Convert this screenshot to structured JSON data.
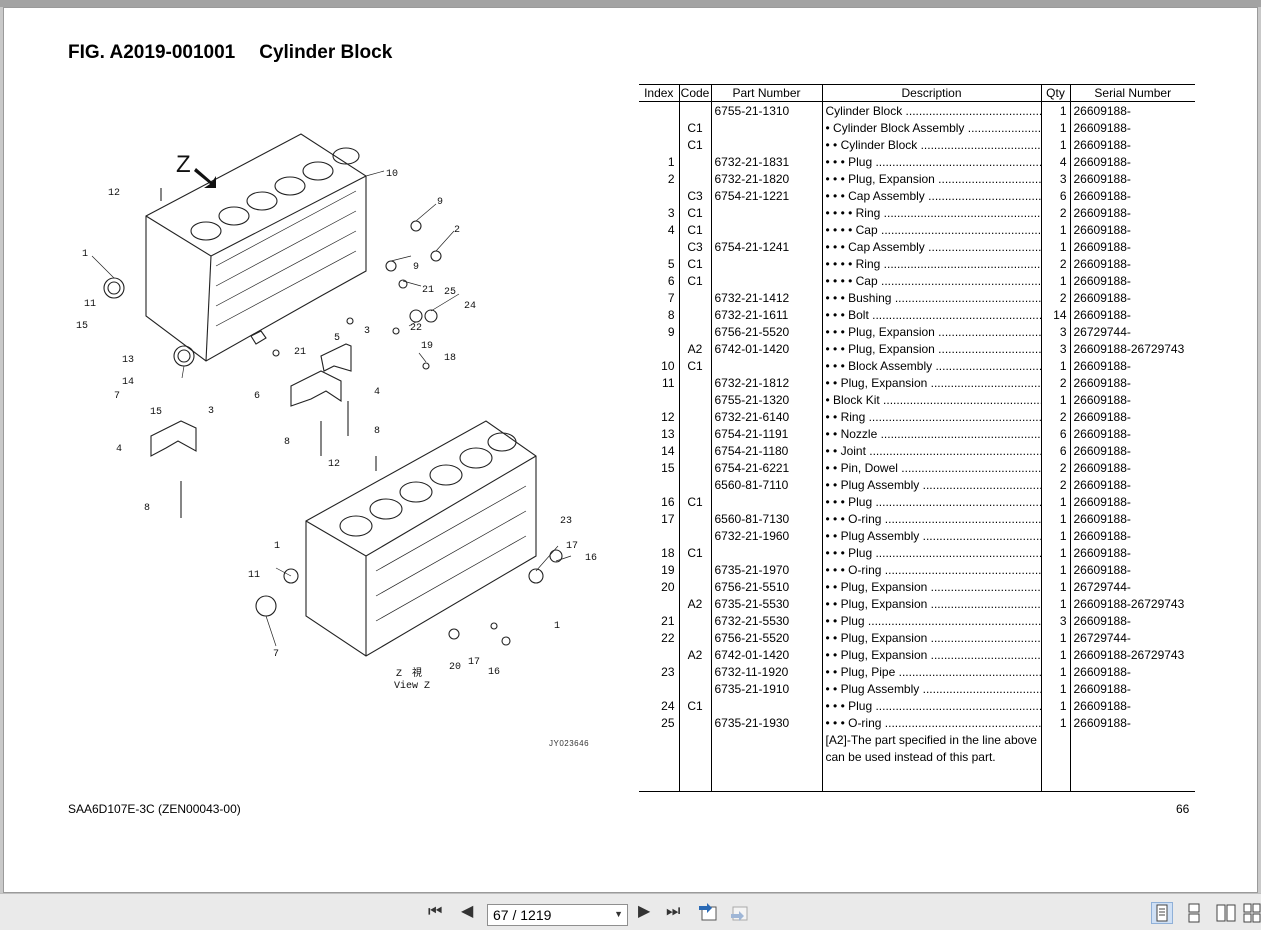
{
  "figure": {
    "number": "FIG. A2019-001001",
    "title": "Cylinder Block"
  },
  "drawing": {
    "code": "JY023646",
    "view_label_jp": "Z　視",
    "view_label_en": "View Z",
    "z_label": "Z",
    "callouts_upper": [
      "12",
      "10",
      "9",
      "2",
      "1",
      "9",
      "21",
      "25",
      "24",
      "11",
      "15",
      "22",
      "5",
      "3",
      "19",
      "18",
      "13",
      "14",
      "7",
      "15",
      "3",
      "21",
      "6",
      "4",
      "4",
      "8",
      "8",
      "12",
      "8"
    ],
    "callouts_lower": [
      "23",
      "17",
      "16",
      "1",
      "11",
      "7",
      "1",
      "20",
      "17",
      "16"
    ]
  },
  "table": {
    "headers": [
      "Index",
      "Code",
      "Part Number",
      "Description",
      "Qty",
      "Serial Number"
    ],
    "rows": [
      {
        "index": "",
        "code": "",
        "pn": "6755-21-1310",
        "desc": "Cylinder Block",
        "dots": true,
        "qty": "1",
        "serial": "26609188-"
      },
      {
        "index": "",
        "code": "C1",
        "pn": "",
        "desc": "• Cylinder Block Assembly",
        "dots": true,
        "qty": "1",
        "serial": "26609188-"
      },
      {
        "index": "",
        "code": "C1",
        "pn": "",
        "desc": "• • Cylinder Block",
        "dots": true,
        "qty": "1",
        "serial": "26609188-"
      },
      {
        "index": "1",
        "code": "",
        "pn": "6732-21-1831",
        "desc": "• • • Plug",
        "dots": true,
        "qty": "4",
        "serial": "26609188-"
      },
      {
        "index": "2",
        "code": "",
        "pn": "6732-21-1820",
        "desc": "• • • Plug, Expansion",
        "dots": true,
        "qty": "3",
        "serial": "26609188-"
      },
      {
        "index": "",
        "code": "C3",
        "pn": "6754-21-1221",
        "desc": "• • • Cap Assembly",
        "dots": true,
        "qty": "6",
        "serial": "26609188-"
      },
      {
        "index": "3",
        "code": "C1",
        "pn": "",
        "desc": "• • • • Ring",
        "dots": true,
        "qty": "2",
        "serial": "26609188-"
      },
      {
        "index": "4",
        "code": "C1",
        "pn": "",
        "desc": "• • • • Cap",
        "dots": true,
        "qty": "1",
        "serial": "26609188-"
      },
      {
        "index": "",
        "code": "C3",
        "pn": "6754-21-1241",
        "desc": "• • • Cap Assembly",
        "dots": true,
        "qty": "1",
        "serial": "26609188-"
      },
      {
        "index": "5",
        "code": "C1",
        "pn": "",
        "desc": "• • • • Ring",
        "dots": true,
        "qty": "2",
        "serial": "26609188-"
      },
      {
        "index": "6",
        "code": "C1",
        "pn": "",
        "desc": "• • • • Cap",
        "dots": true,
        "qty": "1",
        "serial": "26609188-"
      },
      {
        "index": "7",
        "code": "",
        "pn": "6732-21-1412",
        "desc": "• • • Bushing",
        "dots": true,
        "qty": "2",
        "serial": "26609188-"
      },
      {
        "index": "8",
        "code": "",
        "pn": "6732-21-1611",
        "desc": "• • • Bolt",
        "dots": true,
        "qty": "14",
        "serial": "26609188-"
      },
      {
        "index": "9",
        "code": "",
        "pn": "6756-21-5520",
        "desc": "• • • Plug, Expansion",
        "dots": true,
        "qty": "3",
        "serial": "26729744-"
      },
      {
        "index": "",
        "code": "A2",
        "pn": "6742-01-1420",
        "desc": "• • • Plug, Expansion",
        "dots": true,
        "qty": "3",
        "serial": "26609188-26729743"
      },
      {
        "index": "10",
        "code": "C1",
        "pn": "",
        "desc": "• • • Block Assembly",
        "dots": true,
        "qty": "1",
        "serial": "26609188-"
      },
      {
        "index": "11",
        "code": "",
        "pn": "6732-21-1812",
        "desc": "• • Plug, Expansion",
        "dots": true,
        "qty": "2",
        "serial": "26609188-"
      },
      {
        "index": "",
        "code": "",
        "pn": "6755-21-1320",
        "desc": "• Block Kit",
        "dots": true,
        "qty": "1",
        "serial": "26609188-"
      },
      {
        "index": "12",
        "code": "",
        "pn": "6732-21-6140",
        "desc": "• • Ring",
        "dots": true,
        "qty": "2",
        "serial": "26609188-"
      },
      {
        "index": "13",
        "code": "",
        "pn": "6754-21-1191",
        "desc": "• • Nozzle",
        "dots": true,
        "qty": "6",
        "serial": "26609188-"
      },
      {
        "index": "14",
        "code": "",
        "pn": "6754-21-1180",
        "desc": "• • Joint",
        "dots": true,
        "qty": "6",
        "serial": "26609188-"
      },
      {
        "index": "15",
        "code": "",
        "pn": "6754-21-6221",
        "desc": "• • Pin, Dowel",
        "dots": true,
        "qty": "2",
        "serial": "26609188-"
      },
      {
        "index": "",
        "code": "",
        "pn": "6560-81-7110",
        "desc": "• • Plug Assembly",
        "dots": true,
        "qty": "2",
        "serial": "26609188-"
      },
      {
        "index": "16",
        "code": "C1",
        "pn": "",
        "desc": "• • • Plug",
        "dots": true,
        "qty": "1",
        "serial": "26609188-"
      },
      {
        "index": "17",
        "code": "",
        "pn": "6560-81-7130",
        "desc": "• • • O-ring",
        "dots": true,
        "qty": "1",
        "serial": "26609188-"
      },
      {
        "index": "",
        "code": "",
        "pn": "6732-21-1960",
        "desc": "• • Plug Assembly",
        "dots": true,
        "qty": "1",
        "serial": "26609188-"
      },
      {
        "index": "18",
        "code": "C1",
        "pn": "",
        "desc": "• • • Plug",
        "dots": true,
        "qty": "1",
        "serial": "26609188-"
      },
      {
        "index": "19",
        "code": "",
        "pn": "6735-21-1970",
        "desc": "• • • O-ring",
        "dots": true,
        "qty": "1",
        "serial": "26609188-"
      },
      {
        "index": "20",
        "code": "",
        "pn": "6756-21-5510",
        "desc": "• • Plug, Expansion",
        "dots": true,
        "qty": "1",
        "serial": "26729744-"
      },
      {
        "index": "",
        "code": "A2",
        "pn": "6735-21-5530",
        "desc": "• • Plug, Expansion",
        "dots": true,
        "qty": "1",
        "serial": "26609188-26729743"
      },
      {
        "index": "21",
        "code": "",
        "pn": "6732-21-5530",
        "desc": "• • Plug",
        "dots": true,
        "qty": "3",
        "serial": "26609188-"
      },
      {
        "index": "22",
        "code": "",
        "pn": "6756-21-5520",
        "desc": "• • Plug, Expansion",
        "dots": true,
        "qty": "1",
        "serial": "26729744-"
      },
      {
        "index": "",
        "code": "A2",
        "pn": "6742-01-1420",
        "desc": "• • Plug, Expansion",
        "dots": true,
        "qty": "1",
        "serial": "26609188-26729743"
      },
      {
        "index": "23",
        "code": "",
        "pn": "6732-11-1920",
        "desc": "• • Plug, Pipe",
        "dots": true,
        "qty": "1",
        "serial": "26609188-"
      },
      {
        "index": "",
        "code": "",
        "pn": "6735-21-1910",
        "desc": "• • Plug Assembly",
        "dots": true,
        "qty": "1",
        "serial": "26609188-"
      },
      {
        "index": "24",
        "code": "C1",
        "pn": "",
        "desc": "• • • Plug",
        "dots": true,
        "qty": "1",
        "serial": "26609188-"
      },
      {
        "index": "25",
        "code": "",
        "pn": "6735-21-1930",
        "desc": "• • • O-ring",
        "dots": true,
        "qty": "1",
        "serial": "26609188-"
      }
    ],
    "note_lines": [
      "[A2]-The part specified in the line above",
      "can be used instead of this part."
    ]
  },
  "footer": {
    "doc": "SAA6D107E-3C (ZEN00043-00)",
    "page": "66"
  },
  "viewer": {
    "page_indicator": "67 / 1219",
    "icons": [
      "first-page-icon",
      "previous-page-icon",
      "next-page-icon",
      "last-page-icon",
      "previous-view-icon",
      "next-view-icon",
      "single-page-icon",
      "continuous-icon",
      "facing-icon",
      "continuous-facing-icon"
    ]
  }
}
